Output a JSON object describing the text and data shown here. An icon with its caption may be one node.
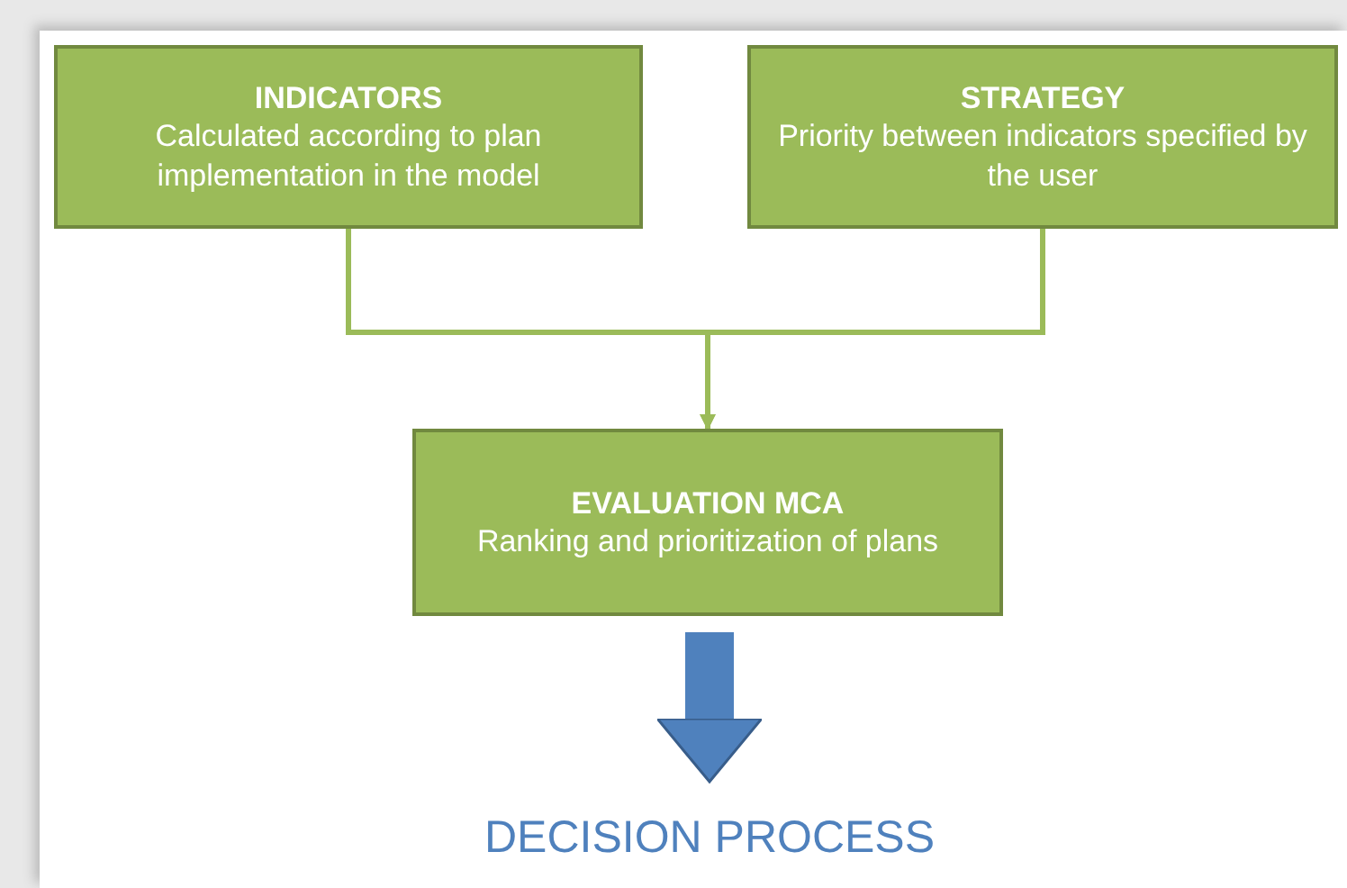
{
  "diagram": {
    "nodes": [
      {
        "text": [
          "INDICATORS",
          "Calculated according to plan implementation in the model"
        ]
      },
      {
        "text": [
          "STRATEGY",
          "Priority between indicators specified by the user"
        ]
      },
      {
        "text": [
          "EVALUATION MCA",
          "Ranking and prioritization of plans"
        ]
      },
      {
        "text": [
          "DECISION PROCESS"
        ]
      }
    ],
    "edges": [
      {
        "from": 0,
        "to": 2,
        "arrow": "to"
      },
      {
        "from": 1,
        "to": 2,
        "arrow": "to"
      },
      {
        "from": 2,
        "to": 3,
        "arrow": "to",
        "style": "thick",
        "color": "#4f81bd"
      }
    ]
  }
}
